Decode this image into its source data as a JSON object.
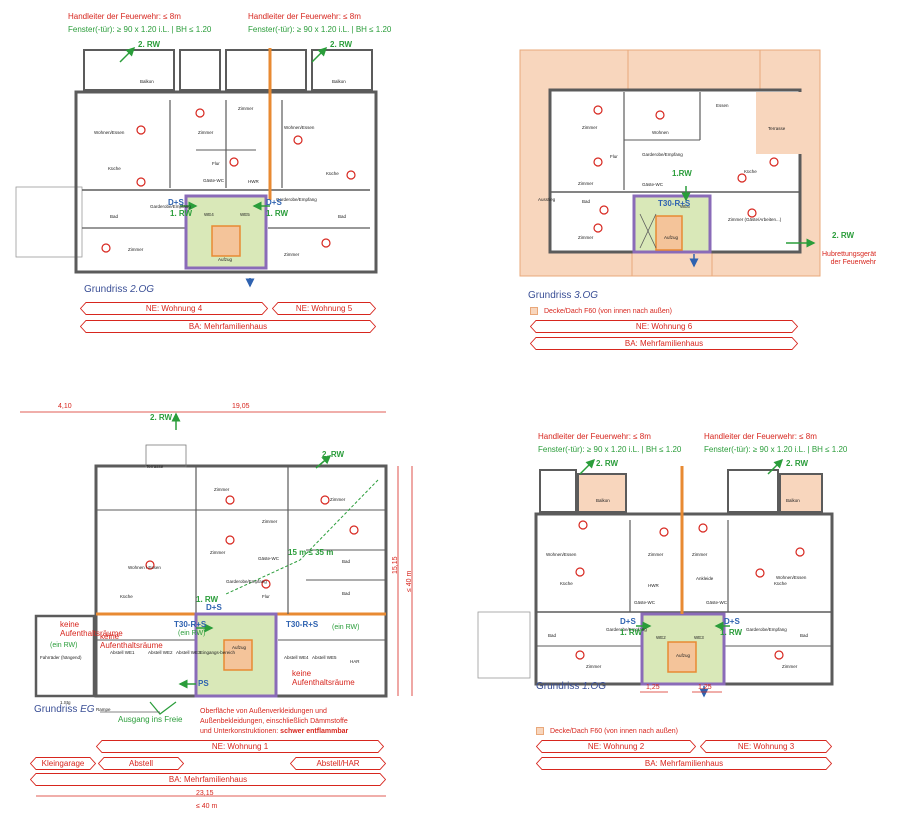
{
  "colors": {
    "wall": "#5b5b5b",
    "escape_red": "#d7261e",
    "rescue_green": "#2a9d3a",
    "door_blue": "#2e62b0",
    "stair_green": "#d9e8b8",
    "stair_purple": "#8a6bb8",
    "fire_orange": "#e88a32",
    "roof_fill": "#f8d6bd"
  },
  "common": {
    "ladder_note": "Handleiter der Feuerwehr: ≤ 8m",
    "window_note": "Fenster(-tür): ≥ 90 x 1.20 i.L. | BH ≤ 1.20",
    "rw2": "2. RW",
    "rw1": "1. RW",
    "ds": "D+S",
    "use_unit_label": "BA: Mehrfamilienhaus"
  },
  "plan_2og": {
    "caption_prefix": "Grundriss ",
    "caption_level": "2.OG",
    "ne_left": "NE: Wohnung 4",
    "ne_right": "NE: Wohnung 5",
    "rooms": [
      "Balkon",
      "Balkon",
      "Wohnen/Essen",
      "Zimmer",
      "Zimmer",
      "Wohnen/Essen",
      "Küche",
      "Küche",
      "Flur",
      "Gäste-WC",
      "HWR",
      "Bad",
      "Bad",
      "Zimmer",
      "Zimmer",
      "Garderobe/Empfang",
      "Garderobe/Empfang",
      "Aufzug",
      "WE4",
      "WE5"
    ]
  },
  "plan_3og": {
    "caption_prefix": "Grundriss ",
    "caption_level": "3.OG",
    "legend": "Decke/Dach F60 (von innen nach außen)",
    "ne": "NE: Wohnung 6",
    "rescue_device": "Hubrettungsgerät\nder Feuerwehr",
    "rw_label": "1.RW",
    "ds_label": "T30-R+S",
    "rooms": [
      "Zimmer",
      "Wohnen",
      "Essen",
      "Terrasse",
      "Zimmer",
      "Flur",
      "Garderobe/Empfang",
      "Küche",
      "Bad",
      "Gäste-WC",
      "Zimmer",
      "Zimmer (Gäste/Arbeiten...)",
      "Aufzug",
      "WE6",
      "Ausstieg"
    ]
  },
  "plan_eg": {
    "caption_prefix": "Grundriss ",
    "caption_level": "EG",
    "dim_top_left": "4,10",
    "dim_top_right": "19,05",
    "dim_right_a": "15,15",
    "dim_right_b": "≤ 40 m",
    "dim_bottom_a": "23,15",
    "dim_bottom_b": "≤ 40 m",
    "rw2_top": "2. RW",
    "rw2_right": "2. RW",
    "distance": "15 m ≤ 35 m",
    "ds": "D+S",
    "rw1": "1. RW",
    "t30_left": "T30-R+S",
    "t30_left_sub": "(ein RW)",
    "t30_right": "T30-R+S",
    "t30_right_sub": "(ein RW)",
    "keine_left": "keine\nAufenthaltsräume",
    "keine_left_sub": "(ein RW)",
    "keine_mid": "keine\nAufenthaltsräume",
    "keine_right": "keine\nAufenthaltsräume",
    "ps": "PS",
    "exit": "Ausgang ins Freie",
    "surface_note_1": "Oberfläche von Außenverkleidungen und",
    "surface_note_2": "Außenbekleidungen, einschließlich Dämmstoffe",
    "surface_note_3": "und Unterkonstruktionen:",
    "surface_note_bold": "schwer entflammbar",
    "ne": "NE: Wohnung 1",
    "storage_boxes": [
      "Kleingarage",
      "Abstell",
      "Abstell/HAR"
    ],
    "rooms": [
      "Terrasse",
      "Zimmer",
      "Zimmer",
      "Zimmer",
      "Wohnen / Essen",
      "Zimmer",
      "Gäste-WC",
      "Küche",
      "Flur",
      "Garderobe/Empfang",
      "Bad",
      "Bad",
      "Abstell WE1",
      "Abstell WE2",
      "Abstell WE3",
      "Eingangs-bereich",
      "Aufzug",
      "Abstell WE4",
      "Abstell WE5",
      "HAR",
      "Fahrräder (hängend)",
      "Rampe",
      "1.Stg"
    ]
  },
  "plan_1og": {
    "caption_prefix": "Grundriss ",
    "caption_level": "1.OG",
    "legend": "Decke/Dach F60 (von innen nach außen)",
    "ne_left": "NE: Wohnung 2",
    "ne_right": "NE: Wohnung 3",
    "dim_a": "1,25",
    "dim_b": "1,25",
    "rooms": [
      "Balkon",
      "Balkon",
      "Wohnen/Essen",
      "Zimmer",
      "Zimmer",
      "Wohnen/Essen",
      "Küche",
      "HWR",
      "Ankleide",
      "Küche",
      "Gäste-WC",
      "Gäste-WC",
      "Bad",
      "Bad",
      "Zimmer",
      "Zimmer",
      "Garderobe/Empfang",
      "Garderobe/Empfang",
      "Aufzug",
      "WE2",
      "WE3"
    ]
  }
}
